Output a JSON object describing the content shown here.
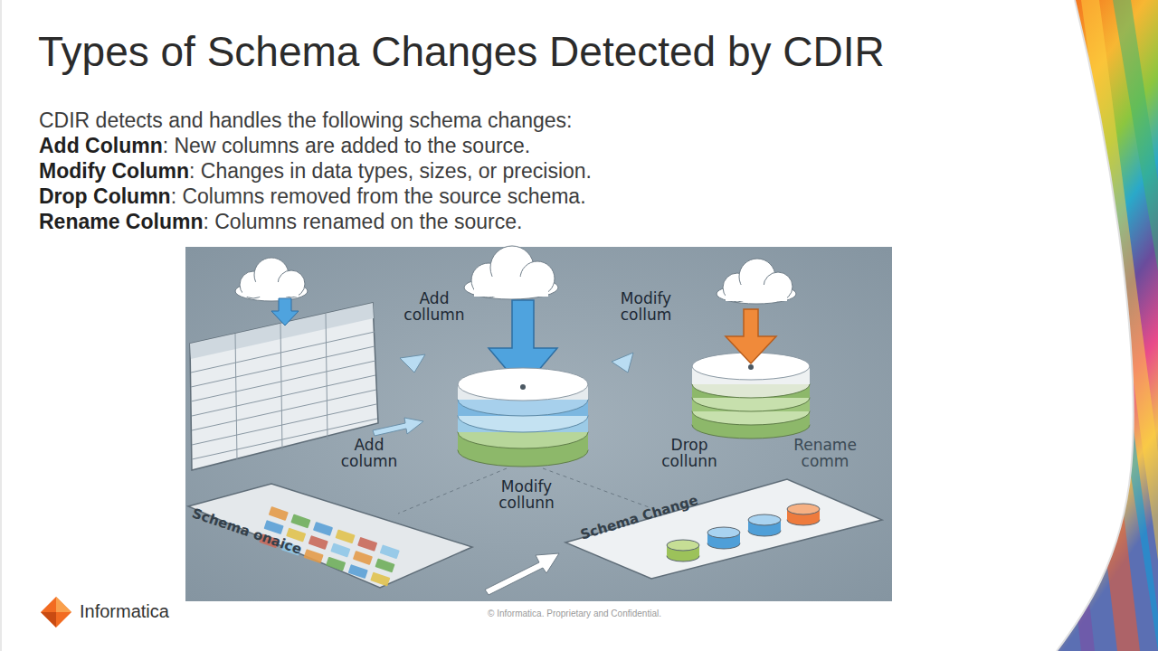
{
  "diagram": {
    "title": "Types of Schema Changes Detected by CDIR",
    "nodes": [
      {
        "text": [
          "Schema onaice"
        ]
      },
      {
        "text": [
          "Schema Change"
        ]
      }
    ],
    "labels": [
      "CDIR detects and handles the following schema changes:",
      "Add Column",
      ": New columns are added to the source.",
      "Modify Column",
      ": Changes in data types, sizes, or precision.",
      "Drop Column",
      ": Columns removed from the source schema.",
      "Rename Column",
      ": Columns renamed on the source.",
      "Add collumn",
      "Modify collum",
      "Add column",
      "Drop collunn",
      "Rename comm",
      "Modify collunn",
      "Informatica",
      "© Informatica. Proprietary and Confidential."
    ]
  }
}
